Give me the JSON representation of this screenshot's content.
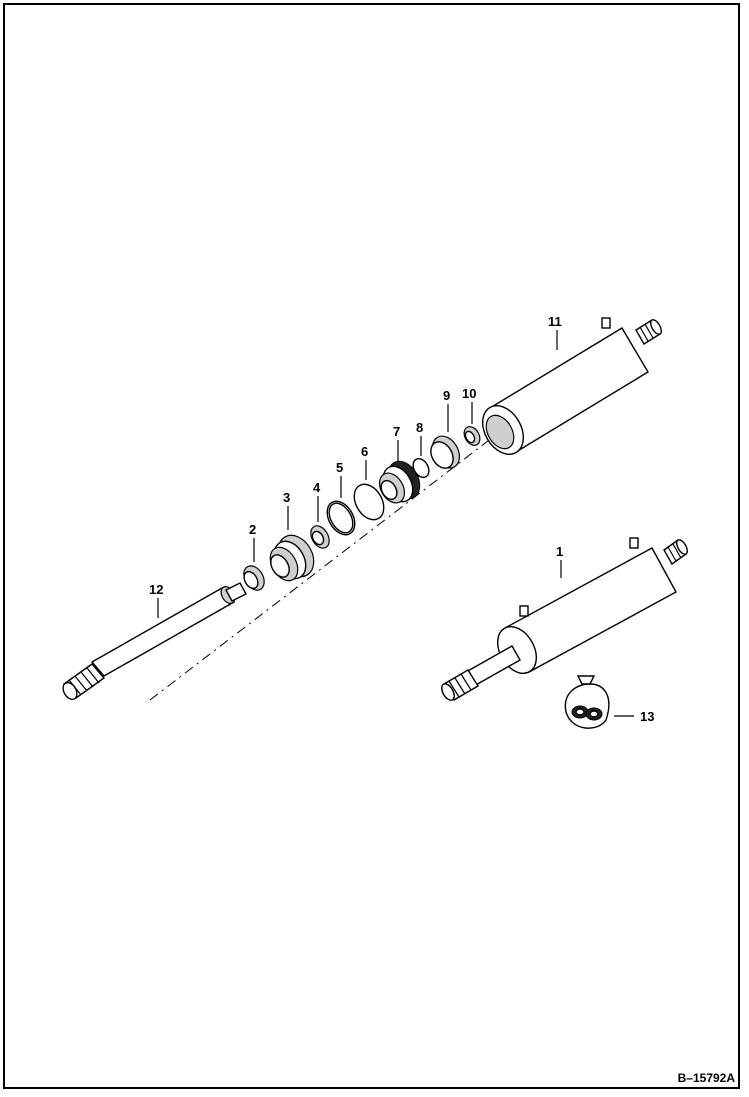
{
  "callouts": [
    {
      "id": "1",
      "label": "1"
    },
    {
      "id": "2",
      "label": "2"
    },
    {
      "id": "3",
      "label": "3"
    },
    {
      "id": "4",
      "label": "4"
    },
    {
      "id": "5",
      "label": "5"
    },
    {
      "id": "6",
      "label": "6"
    },
    {
      "id": "7",
      "label": "7"
    },
    {
      "id": "8",
      "label": "8"
    },
    {
      "id": "9",
      "label": "9"
    },
    {
      "id": "10",
      "label": "10"
    },
    {
      "id": "11",
      "label": "11"
    },
    {
      "id": "12",
      "label": "12"
    },
    {
      "id": "13",
      "label": "13"
    }
  ],
  "reference_code": "B–15792A"
}
